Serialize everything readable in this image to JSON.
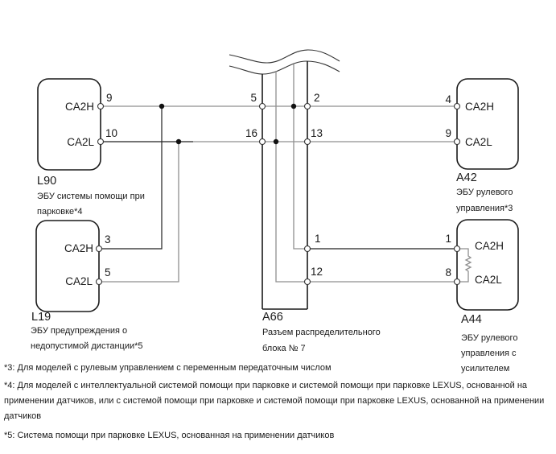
{
  "components": {
    "L90": {
      "id": "L90",
      "description": [
        "ЭБУ системы помощи при",
        "парковке*4"
      ],
      "pins": [
        {
          "signal": "CA2H",
          "number": "9"
        },
        {
          "signal": "CA2L",
          "number": "10"
        }
      ]
    },
    "L19": {
      "id": "L19",
      "description": [
        "ЭБУ предупреждения о",
        "недопустимой дистанции*5"
      ],
      "pins": [
        {
          "signal": "CA2H",
          "number": "3"
        },
        {
          "signal": "CA2L",
          "number": "5"
        }
      ]
    },
    "A66": {
      "id": "A66",
      "description": [
        "Разъем распределительного",
        "блока № 7"
      ],
      "left_pins": [
        "5",
        "16"
      ],
      "right_pins": [
        "2",
        "13",
        "1",
        "12"
      ]
    },
    "A42": {
      "id": "A42",
      "description": [
        "ЭБУ рулевого",
        "управления*3"
      ],
      "pins": [
        {
          "signal": "CA2H",
          "number": "4"
        },
        {
          "signal": "CA2L",
          "number": "9"
        }
      ]
    },
    "A44": {
      "id": "A44",
      "description": [
        "ЭБУ рулевого",
        "управления с",
        "усилителем"
      ],
      "pins": [
        {
          "signal": "CA2H",
          "number": "1"
        },
        {
          "signal": "CA2L",
          "number": "8"
        }
      ]
    }
  },
  "footnotes": {
    "note3": [
      "*3: Для моделей с рулевым управлением с переменным передаточным числом"
    ],
    "note4": [
      "*4: Для моделей с интеллектуальной системой помощи при парковке и системой помощи при парковке LEXUS, основанной на",
      "применении датчиков, или с системой помощи при парковке и системой помощи при парковке LEXUS, основанной на применении",
      "датчиков"
    ],
    "note5": [
      "*5: Система помощи при парковке LEXUS, основанная на применении датчиков"
    ]
  }
}
